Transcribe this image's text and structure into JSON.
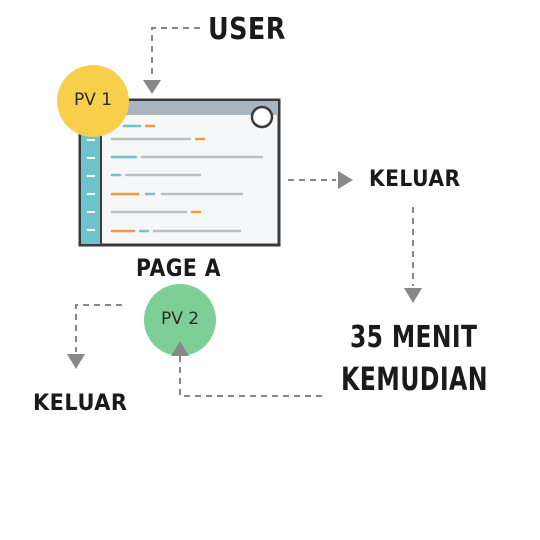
{
  "labels": {
    "user": "USER",
    "exit_right": "KELUAR",
    "page": "PAGE A",
    "time_line1": "35 MENIT",
    "time_line2": "KEMUDIAN",
    "exit_left": "KELUAR"
  },
  "pageviews": {
    "pv1": "PV 1",
    "pv2": "PV 2"
  },
  "colors": {
    "pv1": "#f7cf4a",
    "pv2": "#7ecf95",
    "arrow": "#888888",
    "window_frame": "#3a3a3a",
    "window_bar": "#aab6bf",
    "sidebar": "#6ec3cc",
    "line_gray": "#b9c0c6",
    "line_orange": "#f29a3d",
    "line_blue": "#6ec3cc"
  }
}
